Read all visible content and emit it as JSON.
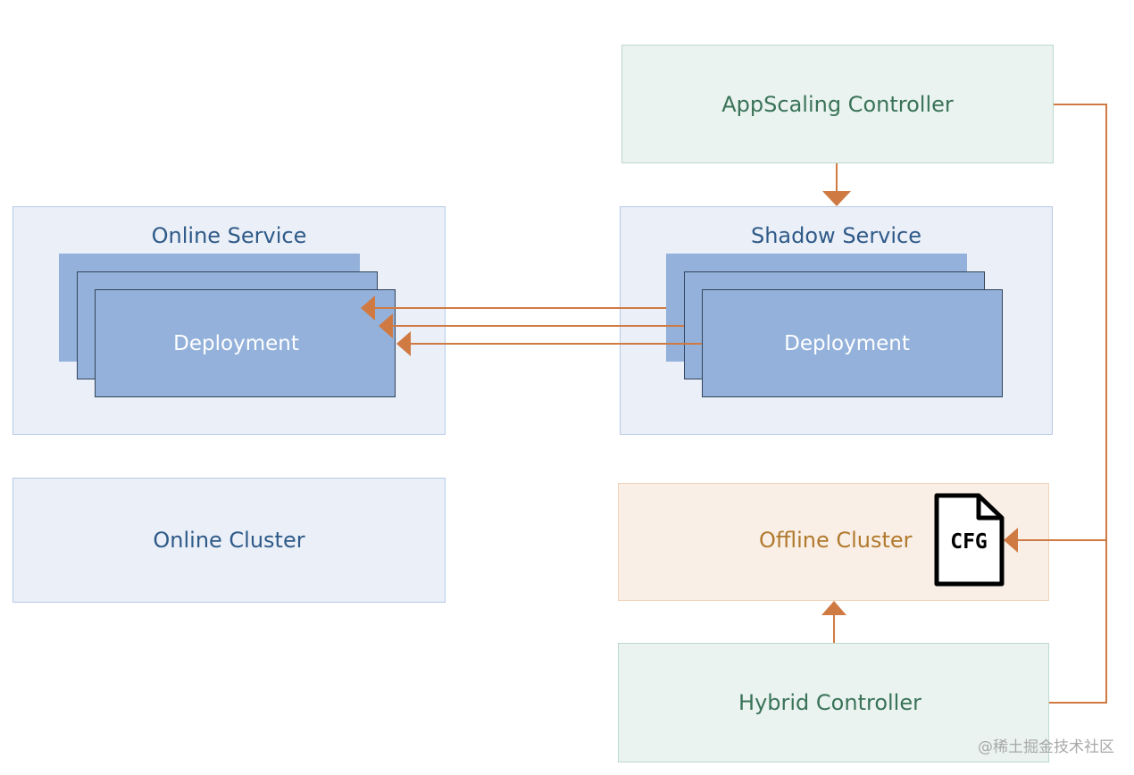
{
  "online_service": {
    "title": "Online Service",
    "deployment_label": "Deployment"
  },
  "shadow_service": {
    "title": "Shadow Service",
    "deployment_label": "Deployment"
  },
  "appscaling_controller": {
    "title": "AppScaling Controller"
  },
  "online_cluster": {
    "title": "Online Cluster"
  },
  "offline_cluster": {
    "title": "Offline Cluster",
    "config_icon_text": "CFG"
  },
  "hybrid_controller": {
    "title": "Hybrid Controller"
  },
  "watermark": "@稀土掘金技术社区",
  "colors": {
    "arrow": "#d07a43",
    "deployment_fill": "#93b1da",
    "service_fill": "#eaeff8",
    "controller_fill": "#eaf3ef",
    "offline_fill": "#faefe6"
  }
}
